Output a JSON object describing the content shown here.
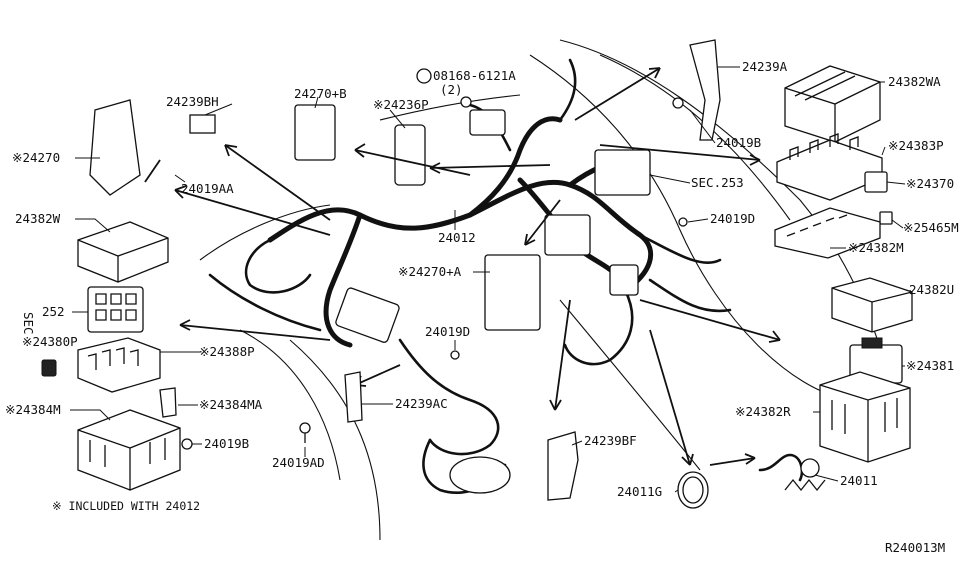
{
  "diagram": {
    "ref_code": "R240013M",
    "footnote": "※ INCLUDED WITH 24012",
    "labels": {
      "p24239A": "24239A",
      "p24382WA": "24382WA",
      "p08168": "08168-6121A",
      "p08168_qty": "(2)",
      "p24239BH": "24239BH",
      "p24270B": "24270+B",
      "p24236P": "※24236P",
      "p24270": "※24270",
      "p24019AA": "24019AA",
      "p24019B_top": "24019B",
      "p24383P": "※24383P",
      "pSEC253": "SEC.253",
      "p24370": "※24370",
      "p24382W": "24382W",
      "p24019D_right": "24019D",
      "p25465M": "※25465M",
      "p24012": "24012",
      "p24270A": "※24270+A",
      "p24382M": "※24382M",
      "p252": "252",
      "pSEC": "SEC",
      "p24380P": "※24380P",
      "p24388P": "※24388P",
      "p24382U": "24382U",
      "p24019D_mid": "24019D",
      "p24381": "※24381",
      "p24384MA": "※24384MA",
      "p24239AC": "24239AC",
      "p24382R": "※24382R",
      "p24384M": "※24384M",
      "p24019B_bottom": "24019B",
      "p24239BF": "24239BF",
      "p24019AD": "24019AD",
      "p24011G": "24011G",
      "p24011": "24011"
    }
  }
}
